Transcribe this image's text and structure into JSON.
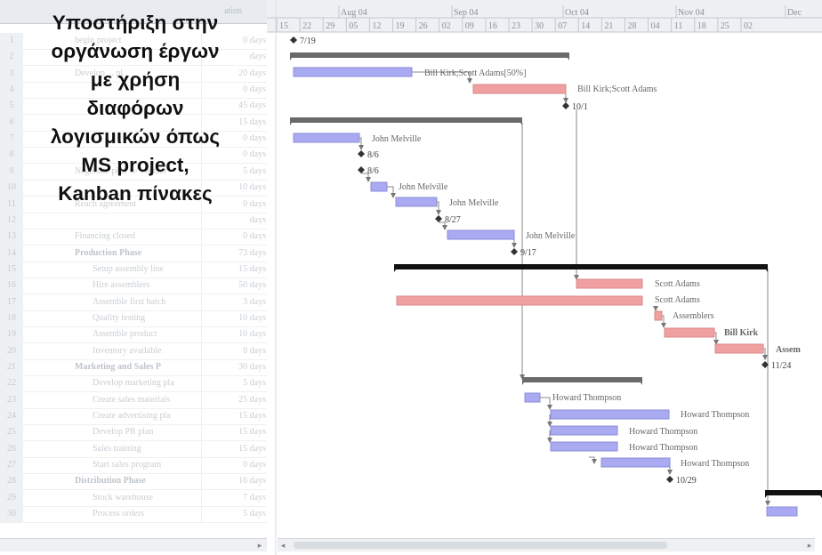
{
  "caption": {
    "lines": [
      "Υποστήριξη στην",
      "οργάνωση έργων",
      "με χρήση",
      "διαφόρων",
      "λογισμικών όπως",
      "MS project,",
      "Kanban πίνακες"
    ]
  },
  "task_table": {
    "duration_header": "ation",
    "rows": [
      {
        "num": "1",
        "name": "begin project",
        "dur": "0 days",
        "kind": "normal"
      },
      {
        "num": "2",
        "name": "",
        "dur": "days",
        "kind": "normal"
      },
      {
        "num": "3",
        "name": "Develop ... pl",
        "dur": "20 days",
        "kind": "normal"
      },
      {
        "num": "4",
        "name": "",
        "dur": "0 days",
        "kind": "normal"
      },
      {
        "num": "5",
        "name": "",
        "dur": "45 days",
        "kind": "normal"
      },
      {
        "num": "6",
        "name": "",
        "dur": "15 days",
        "kind": "normal"
      },
      {
        "num": "7",
        "name": "",
        "dur": "0 days",
        "kind": "normal"
      },
      {
        "num": "8",
        "name": "",
        "dur": "0 days",
        "kind": "normal"
      },
      {
        "num": "9",
        "name": "Negotiate plan w/ venture",
        "dur": "5 days",
        "kind": "normal"
      },
      {
        "num": "10",
        "name": "",
        "dur": "10 days",
        "kind": "normal"
      },
      {
        "num": "11",
        "name": "Reach agreement",
        "dur": "0 days",
        "kind": "normal"
      },
      {
        "num": "12",
        "name": "",
        "dur": "days",
        "kind": "normal"
      },
      {
        "num": "13",
        "name": "Financing closed",
        "dur": "0 days",
        "kind": "normal"
      },
      {
        "num": "14",
        "name": "Production Phase",
        "dur": "73 days",
        "kind": "summary"
      },
      {
        "num": "15",
        "name": "Setup assembly line",
        "dur": "15 days",
        "kind": "sub"
      },
      {
        "num": "16",
        "name": "Hire assemblers",
        "dur": "50 days",
        "kind": "sub"
      },
      {
        "num": "17",
        "name": "Assemble first batch",
        "dur": "3 days",
        "kind": "sub"
      },
      {
        "num": "18",
        "name": "Quality testing",
        "dur": "10 days",
        "kind": "sub"
      },
      {
        "num": "19",
        "name": "Assemble product",
        "dur": "10 days",
        "kind": "sub"
      },
      {
        "num": "20",
        "name": "Inventory available",
        "dur": "0 days",
        "kind": "sub"
      },
      {
        "num": "21",
        "name": "Marketing and Sales P",
        "dur": "30 days",
        "kind": "summary"
      },
      {
        "num": "22",
        "name": "Develop marketing pla",
        "dur": "5 days",
        "kind": "sub"
      },
      {
        "num": "23",
        "name": "Create sales materials",
        "dur": "25 days",
        "kind": "sub"
      },
      {
        "num": "24",
        "name": "Create advertising pla",
        "dur": "15 days",
        "kind": "sub"
      },
      {
        "num": "25",
        "name": "Develop PR plan",
        "dur": "15 days",
        "kind": "sub"
      },
      {
        "num": "26",
        "name": "Sales training",
        "dur": "15 days",
        "kind": "sub"
      },
      {
        "num": "27",
        "name": "Start sales program",
        "dur": "0 days",
        "kind": "sub"
      },
      {
        "num": "28",
        "name": "Distribution Phase",
        "dur": "16 days",
        "kind": "summary"
      },
      {
        "num": "29",
        "name": "Stock warehouse",
        "dur": "7 days",
        "kind": "sub"
      },
      {
        "num": "30",
        "name": "Process orders",
        "dur": "5 days",
        "kind": "sub"
      }
    ]
  },
  "timeline": {
    "months": [
      "Aug 04",
      "Sep 04",
      "Oct 04",
      "Nov 04",
      "Dec"
    ],
    "days": [
      "15",
      "22",
      "29",
      "05",
      "12",
      "19",
      "26",
      "02",
      "09",
      "16",
      "23",
      "30",
      "07",
      "14",
      "21",
      "28",
      "04",
      "11",
      "18",
      "25",
      "02"
    ]
  },
  "gantt": {
    "milestones": [
      "7/19",
      "10/1",
      "8/6",
      "8/6",
      "8/27",
      "9/17",
      "11/24",
      "10/29"
    ],
    "resources": [
      "Bill Kirk;Scott Adams[50%]",
      "Bill Kirk;Scott Adams",
      "John Melville",
      "John Melville",
      "John Melville",
      "John Melville",
      "Scott Adams",
      "Scott Adams",
      "Assemblers",
      "Bill Kirk",
      "Assem",
      "Howard Thompson",
      "Howard Thompson",
      "Howard Thompson",
      "Howard Thompson",
      "Howard Thompson"
    ]
  },
  "colors": {
    "blue_bar": "#aaaaf2",
    "red_bar": "#f0a0a0",
    "summary_bar": "#6a6a6a",
    "dark_summary": "#111111"
  }
}
